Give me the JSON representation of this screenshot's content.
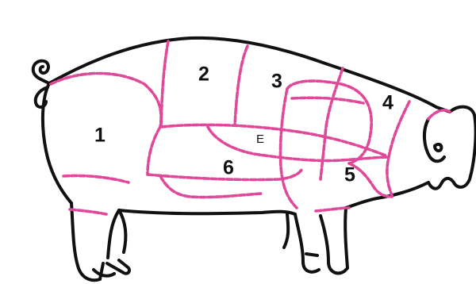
{
  "diagram": {
    "cut_color": "#e0489a",
    "outline_color": "#111111",
    "labels": {
      "cut_1": "1",
      "cut_2": "2",
      "cut_3": "3",
      "cut_4": "4",
      "cut_5": "5",
      "cut_6": "6",
      "cut_e": "E"
    }
  }
}
